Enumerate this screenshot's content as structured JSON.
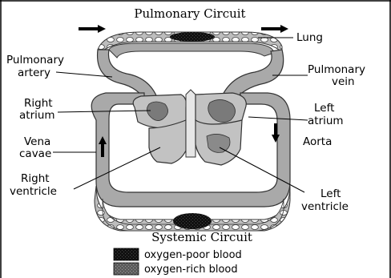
{
  "diagram": {
    "title_top": "Pulmonary Circuit",
    "title_bottom": "Systemic Circuit",
    "labels": {
      "lung": "Lung",
      "pulmonary_artery_1": "Pulmonary",
      "pulmonary_artery_2": "artery",
      "pulmonary_vein_1": "Pulmonary",
      "pulmonary_vein_2": "vein",
      "right_atrium_1": "Right",
      "right_atrium_2": "atrium",
      "left_atrium_1": "Left",
      "left_atrium_2": "atrium",
      "vena_cavae_1": "Vena",
      "vena_cavae_2": "cavae",
      "aorta": "Aorta",
      "right_ventricle_1": "Right",
      "right_ventricle_2": "ventricle",
      "left_ventricle_1": "Left",
      "left_ventricle_2": "ventricle"
    },
    "legend": [
      {
        "label": "oxygen-poor blood",
        "color": "#1c1c1c"
      },
      {
        "label": "oxygen-rich blood",
        "color": "#6a6a6a"
      }
    ],
    "colors": {
      "vessel": "#a9a9a9",
      "vessel_outline": "#333333",
      "heart_light": "#c2c2c2",
      "heart_dark": "#7a7a7a",
      "capillary": "#9a9a9a"
    }
  }
}
